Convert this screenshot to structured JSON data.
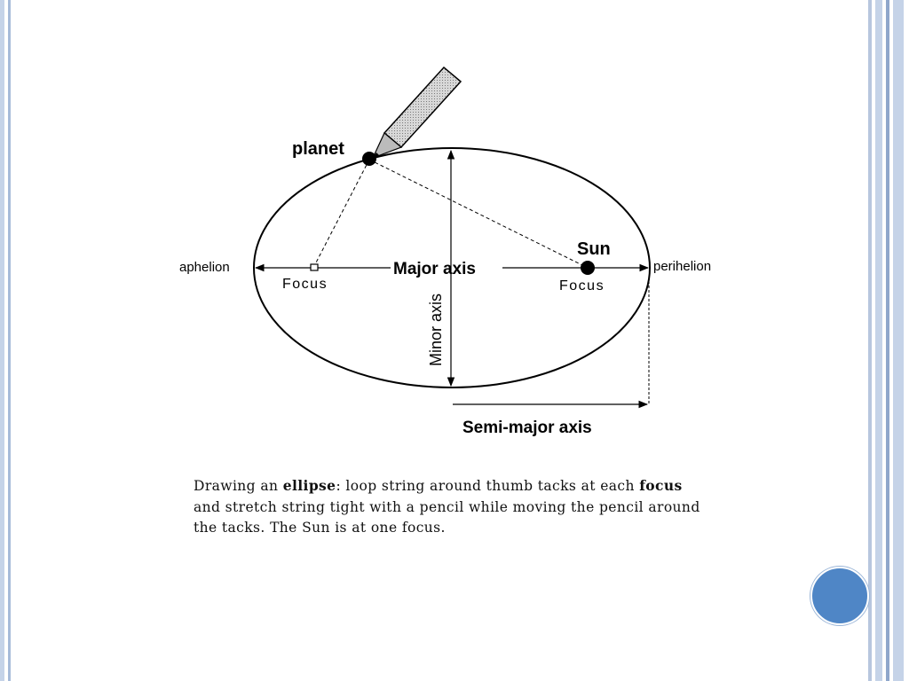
{
  "diagram": {
    "labels": {
      "planet": "planet",
      "sun": "Sun",
      "aphelion": "aphelion",
      "perihelion": "perihelion",
      "focus_left": "Focus",
      "focus_right": "Focus",
      "major_axis": "Major axis",
      "minor_axis": "Minor axis",
      "semi_major_axis": "Semi-major axis"
    }
  },
  "caption": {
    "part1": "Drawing an ",
    "bold1": "ellipse",
    "part2": ": loop string around thumb tacks at each ",
    "bold2": "focus",
    "part3": " and stretch string tight with a pencil while moving the pencil around the tacks. The Sun is at one focus."
  },
  "theme": {
    "border_blue": "#b7c6de",
    "border_blue_dark": "#8fa7cb",
    "accent_dot": "#4f86c6"
  }
}
